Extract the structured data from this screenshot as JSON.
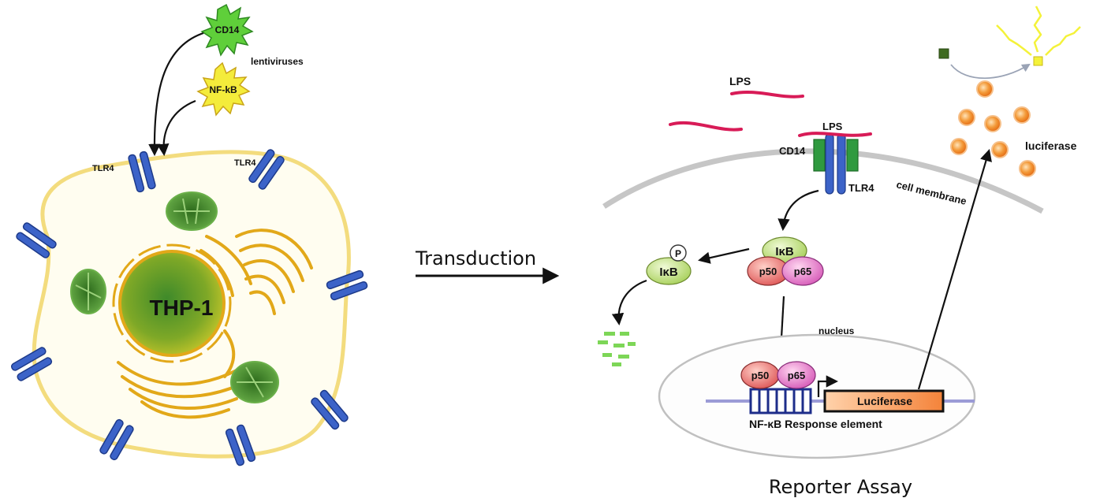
{
  "left_panel": {
    "cell_name": "THP-1",
    "cd14_label": "CD14",
    "nfkb_label": "NF-kB",
    "lentivirus_label": "lentiviruses",
    "tlr4_label_left": "TLR4",
    "tlr4_label_right": "TLR4"
  },
  "arrow_label": "Transduction",
  "right_panel": {
    "title": "Reporter Assay",
    "lps_label_1": "LPS",
    "lps_label_2": "LPS",
    "cd14_label": "CD14",
    "tlr4_label": "TLR4",
    "membrane_label": "cell membrane",
    "luciferase_product_label": "luciferase",
    "phospho_label": "P",
    "ikb_label": "IκB",
    "ikb_phospho_label": "IκB",
    "p50_label": "p50",
    "p65_label": "p65",
    "nucleus_label": "nucleus",
    "nuclear_p50_label": "p50",
    "nuclear_p65_label": "p65",
    "luciferase_gene_label": "Luciferase",
    "response_element_label": "NF-κB Response element"
  },
  "colors": {
    "cell_membrane": "#f3dc7e",
    "receptor": "#3c63c8",
    "golgi": "#e2a819",
    "mitochondria": "#3f8a2a",
    "lps": "#d81b57",
    "cd14": "#2f9a3f",
    "p50": "#e0575b",
    "p65": "#d65ab8",
    "ikb": "#b4d96a",
    "luciferase_gene": "#f4833a",
    "luciferase_protein": "#f29a3c"
  }
}
